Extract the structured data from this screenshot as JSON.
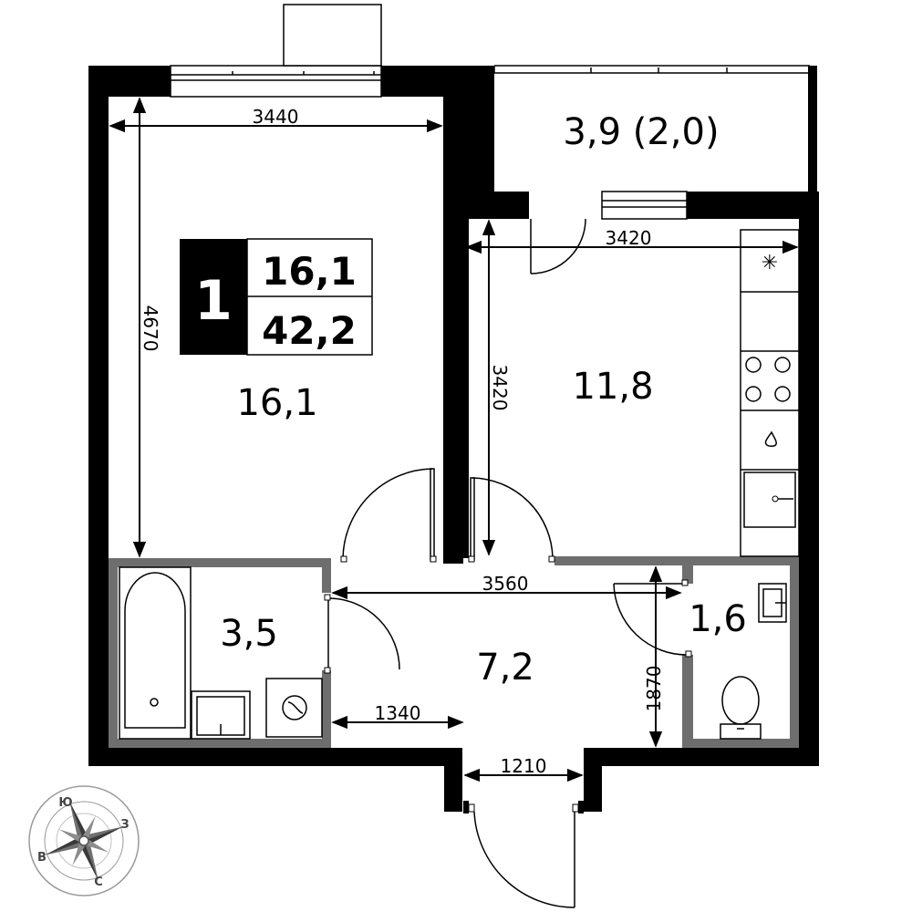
{
  "legend": {
    "rooms": "1",
    "living_area": "16,1",
    "total_area": "42,2"
  },
  "rooms": {
    "living": "16,1",
    "balcony": "3,9 (2,0)",
    "kitchen": "11,8",
    "bathroom": "3,5",
    "hall": "7,2",
    "wc": "1,6"
  },
  "dimensions": {
    "living_width": "3440",
    "living_length": "4670",
    "kitchen_width": "3420",
    "kitchen_length": "3420",
    "hall_width": "3560",
    "hall_length": "1870",
    "bath_to_door": "1340",
    "entrance": "1210"
  },
  "compass": {
    "north": "С",
    "south": "Ю",
    "east": "В",
    "west": "З"
  }
}
